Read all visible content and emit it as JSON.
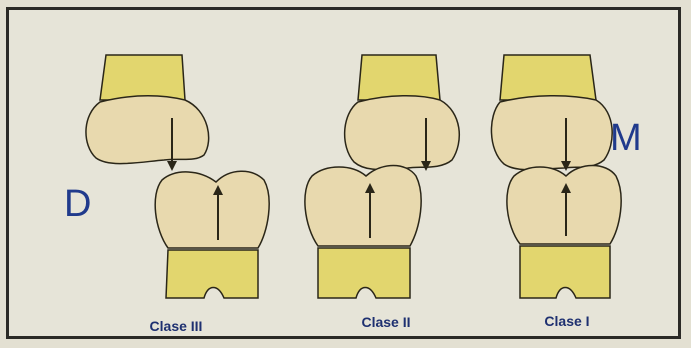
{
  "labels": {
    "distal": "D",
    "mesial": "M"
  },
  "classes": [
    {
      "label": "Clase III"
    },
    {
      "label": "Clase II"
    },
    {
      "label": "Clase I"
    }
  ],
  "colors": {
    "crown": "#e8d9ae",
    "root": "#e2d66e",
    "outline": "#2a2618",
    "text": "#1e3070",
    "border": "#2b2a26"
  }
}
